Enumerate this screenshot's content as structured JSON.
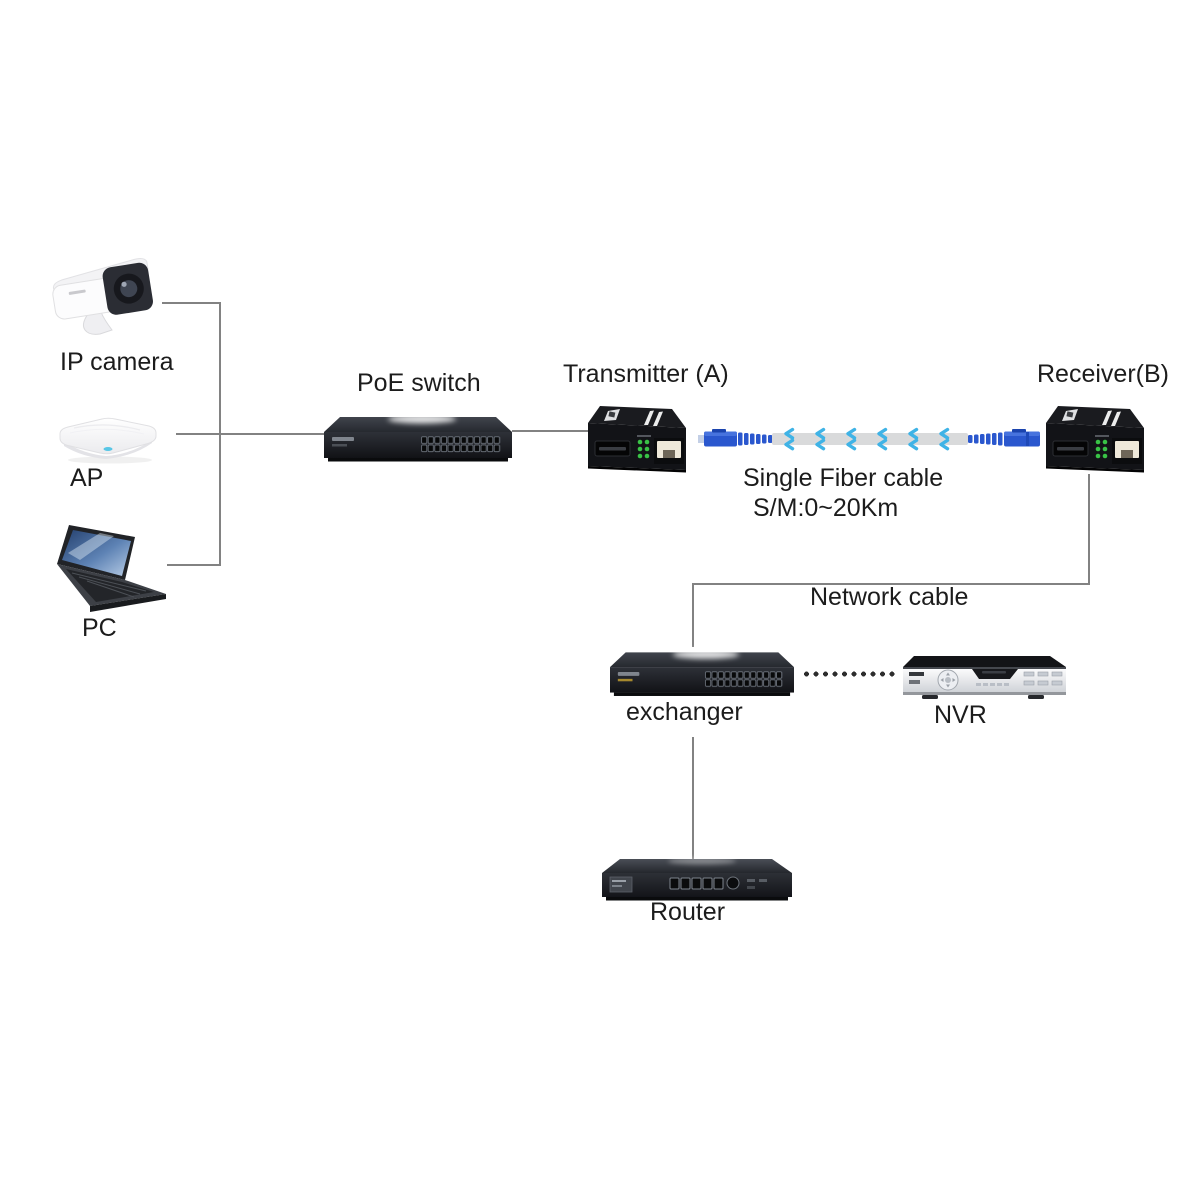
{
  "title": "PoE fiber optic network topology diagram",
  "labels": {
    "ip_camera": "IP camera",
    "ap": "AP",
    "pc": "PC",
    "poe_switch": "PoE switch",
    "transmitter": "Transmitter (A)",
    "receiver": "Receiver(B)",
    "fiber_cable_line1": "Single Fiber cable",
    "fiber_cable_line2": "S/M:0~20Km",
    "network_cable": "Network cable",
    "exchanger": "exchanger",
    "nvr": "NVR",
    "router": "Router"
  },
  "colors": {
    "background": "#ffffff",
    "connector_line": "#828282",
    "label_text": "#1c1c1c",
    "fiber_connector_blue": "#2a57ce",
    "fiber_cable_gray": "#d9dadb",
    "fiber_arrow_blue": "#3fb3e6",
    "led_green": "#39c246"
  },
  "connections": [
    {
      "from": "IP camera",
      "to": "PoE switch"
    },
    {
      "from": "AP",
      "to": "PoE switch"
    },
    {
      "from": "PC",
      "to": "PoE switch"
    },
    {
      "from": "PoE switch",
      "to": "Transmitter (A)"
    },
    {
      "from": "Transmitter (A)",
      "to": "Receiver(B)",
      "via": "Single Fiber cable S/M:0~20Km"
    },
    {
      "from": "Receiver(B)",
      "to": "exchanger",
      "via": "Network cable"
    },
    {
      "from": "exchanger",
      "to": "NVR",
      "style": "dotted"
    },
    {
      "from": "exchanger",
      "to": "Router"
    }
  ]
}
